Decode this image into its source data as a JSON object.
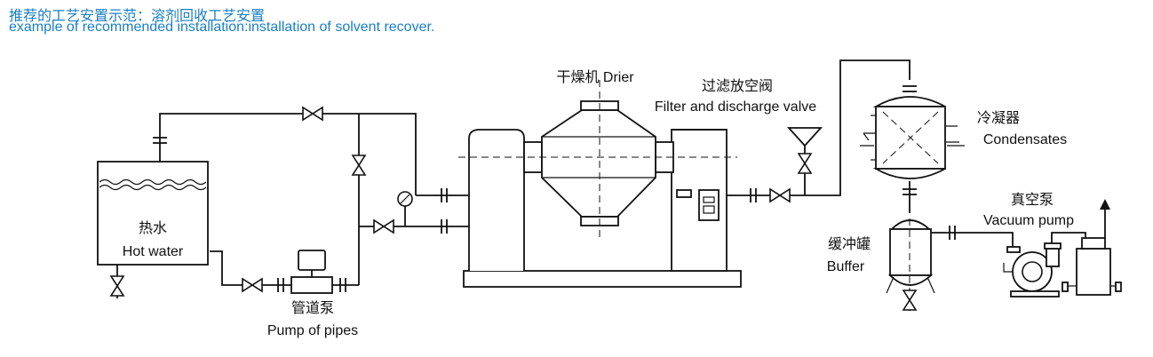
{
  "header": {
    "title_cn": "推荐的工艺安置示范：溶剂回收工艺安置",
    "title_en": "example of recommended installation:installation of solvent recover."
  },
  "labels": {
    "hot_water_cn": "热水",
    "hot_water_en": "Hot water",
    "pump_cn": "管道泵",
    "pump_en": "Pump of pipes",
    "drier_cn": "干燥机 Drier",
    "filter_cn": "过滤放空阀",
    "filter_en": "Filter and discharge valve",
    "condenser_cn": "冷凝器",
    "condenser_en": "Condensates",
    "buffer_cn": "缓冲罐",
    "buffer_en": "Buffer",
    "vacuum_cn": "真空泵",
    "vacuum_en": "Vacuum pump"
  },
  "colors": {
    "title": "#1a7fc4",
    "line": "#111111"
  }
}
